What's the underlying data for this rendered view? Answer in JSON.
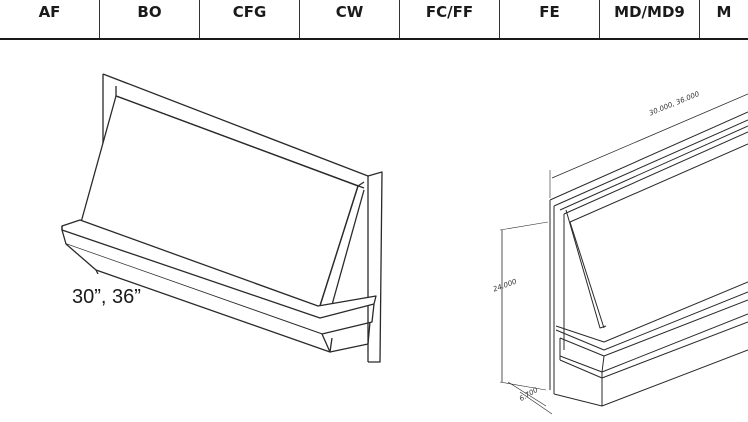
{
  "tabs": [
    {
      "label": "AF"
    },
    {
      "label": "BO"
    },
    {
      "label": "CFG"
    },
    {
      "label": "CW"
    },
    {
      "label": "FC/FF"
    },
    {
      "label": "FE"
    },
    {
      "label": "MD/MD9"
    },
    {
      "label": "M"
    }
  ],
  "product": {
    "sizes_caption": "30”, 36”"
  },
  "drawing": {
    "width_dim": "30.000, 36.000",
    "height_dim": "24.000",
    "depth_dim": "6.700"
  },
  "colors": {
    "line": "#2a2a2a",
    "text": "#1a1a1a"
  }
}
